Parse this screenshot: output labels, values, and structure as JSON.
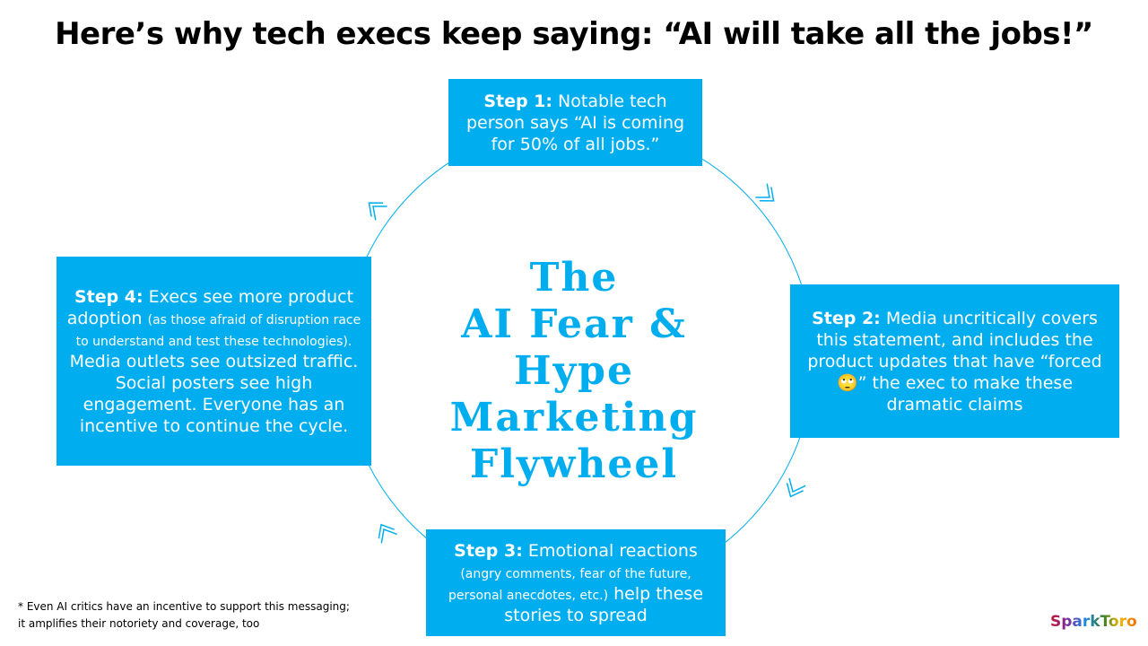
{
  "title": "Here’s why tech execs keep saying: “AI will take all the jobs!”",
  "center_title": [
    "The",
    "AI Fear & Hype",
    "Marketing",
    "Flywheel"
  ],
  "steps": [
    {
      "label": "Step 1:",
      "text": "Notable tech person says “AI is coming for 50% of all jobs.”"
    },
    {
      "label": "Step 2:",
      "text": "Media uncritically covers this statement, and includes the product updates that have “forced 🙄” the exec to make these dramatic claims"
    },
    {
      "label": "Step 3:",
      "text": "Emotional reactions",
      "small": "(angry comments, fear of the future, personal anecdotes, etc.)",
      "text2": "help these stories to spread"
    },
    {
      "label": "Step 4:",
      "text": "Execs see more product adoption",
      "small": "(as those afraid of disruption race to understand and test these technologies).",
      "text2": "Media outlets see outsized traffic. Social posters see high engagement. Everyone has an incentive to continue the cycle."
    }
  ],
  "footnote": [
    "* Even AI critics have an incentive to support this messaging;",
    "it amplifies their notoriety and coverage, too"
  ],
  "logo": "SparkToro",
  "colors": {
    "accent": "#00aeef"
  }
}
